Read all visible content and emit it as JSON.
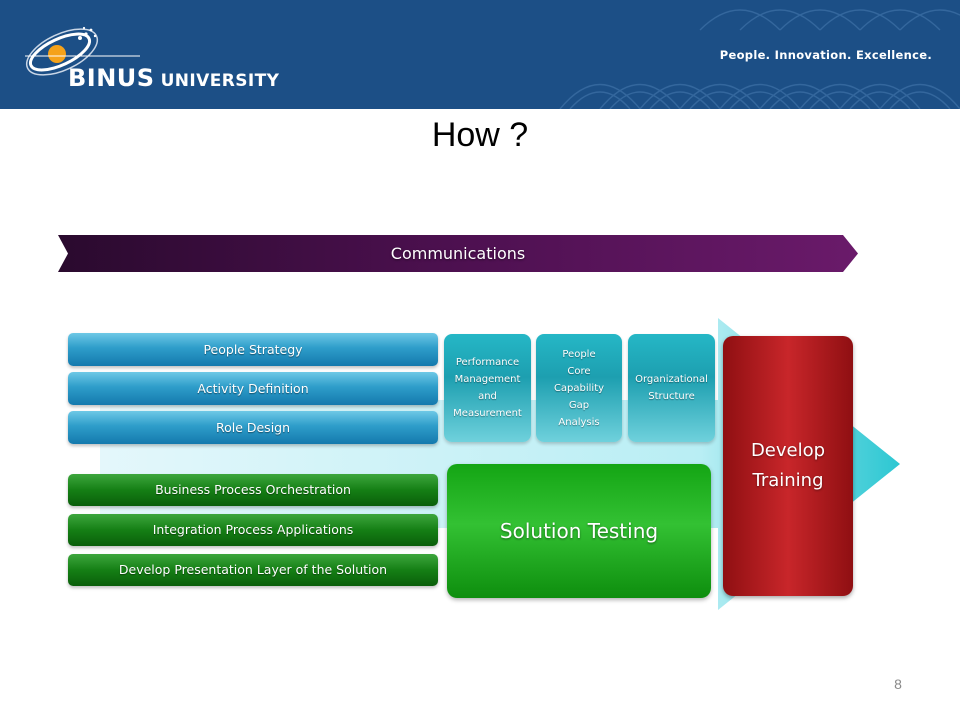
{
  "header": {
    "logo_text": "BINUS",
    "logo_suffix": "UNIVERSITY",
    "tagline": "People. Innovation. Excellence."
  },
  "slide": {
    "title": "How ?",
    "page_number": "8"
  },
  "diagram": {
    "banner": "Communications",
    "blue_bars": [
      "People Strategy",
      "Activity Definition",
      "Role Design"
    ],
    "green_bars": [
      "Business Process Orchestration",
      "Integration Process Applications",
      "Develop Presentation Layer of the Solution"
    ],
    "teal_boxes": [
      "Performance\nManagement\nand\nMeasurement",
      "People\nCore\nCapability\nGap\nAnalysis",
      "Organizational\nStructure"
    ],
    "solution": "Solution Testing",
    "develop": "Develop\nTraining",
    "colors": {
      "header": "#1c4f86",
      "banner": "#4a0f4a",
      "blue": "#2e9dca",
      "green": "#157f15",
      "teal": "#25b7c6",
      "red": "#b8191d",
      "arrow": "#a6e6f0"
    }
  }
}
